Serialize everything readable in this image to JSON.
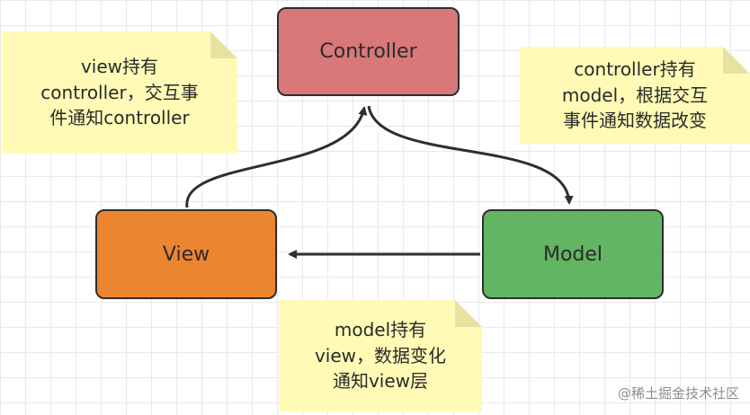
{
  "nodes": {
    "controller": {
      "label": "Controller",
      "fill": "#d97879"
    },
    "view": {
      "label": "View",
      "fill": "#ec8530"
    },
    "model": {
      "label": "Model",
      "fill": "#62b562"
    }
  },
  "notes": {
    "view": {
      "text": "view持有\ncontroller，交互事\n件通知controller"
    },
    "controller": {
      "text": "controller持有\nmodel，根据交互\n事件通知数据改变"
    },
    "model": {
      "text": "model持有\nview，数据变化\n通知view层"
    }
  },
  "colors": {
    "note_fill": "#fffbb6",
    "grid": "#e9e9e9",
    "stroke": "#2e2e2e"
  },
  "watermark": "@稀土掘金技术社区"
}
